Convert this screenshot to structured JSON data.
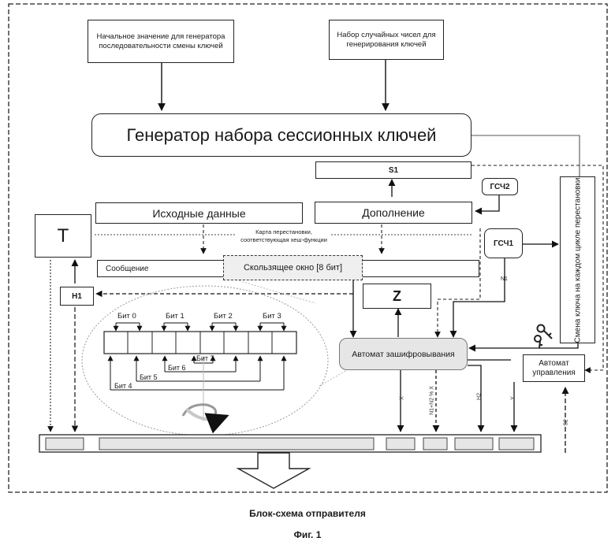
{
  "input_seed": "Начальное значение для генератора последовательности смены ключей",
  "input_random": "Набор случайных чисел для генерирования ключей",
  "generator": "Генератор набора сессионных ключей",
  "s1": "S1",
  "gsch2": "ГСЧ2",
  "gsch1": "ГСЧ1",
  "source_data": "Исходные данные",
  "supplement": "Дополнение",
  "t_box": "T",
  "perm_map": "Карта перестановки, соответствующая хеш-функции",
  "message": "Сообщение",
  "sliding_window": "Скользящее окно [8 бит]",
  "key_change": "Смена ключа на каждом цикле перестановки",
  "n1": "N1",
  "h1": "H1",
  "z_box": "Z",
  "bits_top": [
    "Бит 0",
    "Бит 1",
    "Бит 2",
    "Бит 3"
  ],
  "bits_bottom": [
    "Бит 7",
    "Бит 6",
    "Бит 5",
    "Бит 4"
  ],
  "encryptor": "Автомат зашифровывания",
  "controller": "Автомат управления",
  "x_label": "X",
  "n1n2_label": "N1+N2 % X",
  "h2_label": "H2",
  "y_label": "Y",
  "s2_label": "S2",
  "caption": "Блок-схема отправителя",
  "fig": "Фиг. 1"
}
